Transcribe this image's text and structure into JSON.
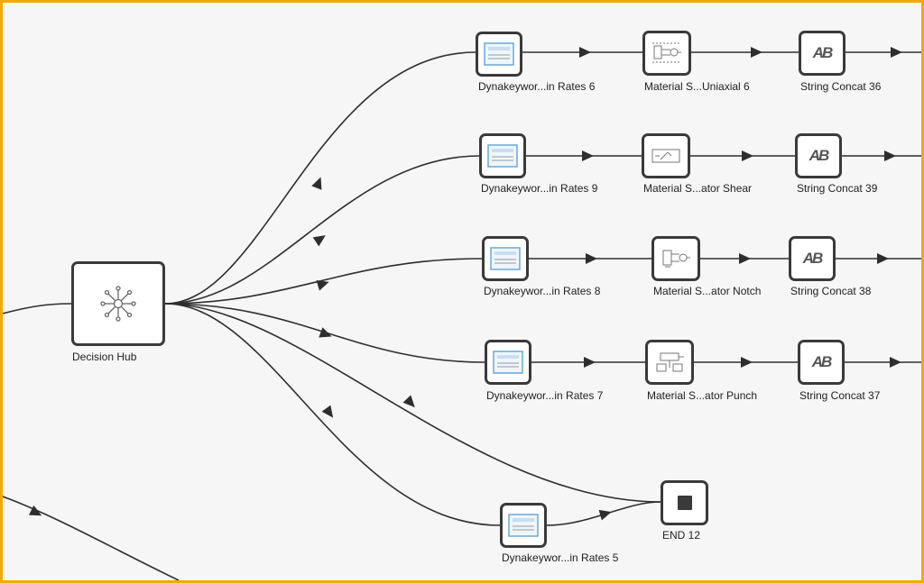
{
  "nodes": {
    "hub": {
      "label": "Decision Hub",
      "icon": "hub-icon"
    },
    "r6": {
      "label": "Dynakeywor...in Rates 6",
      "icon": "dialog-window-icon"
    },
    "r9": {
      "label": "Dynakeywor...in Rates 9",
      "icon": "dialog-window-icon"
    },
    "r8": {
      "label": "Dynakeywor...in Rates 8",
      "icon": "dialog-window-icon"
    },
    "r7": {
      "label": "Dynakeywor...in Rates 7",
      "icon": "dialog-window-icon"
    },
    "r5": {
      "label": "Dynakeywor...in Rates 5",
      "icon": "dialog-window-icon"
    },
    "m_uniaxial": {
      "label": "Material S...Uniaxial 6",
      "icon": "circuit-schematic-icon"
    },
    "m_shear": {
      "label": "Material S...ator Shear",
      "icon": "circuit-schematic-icon"
    },
    "m_notch": {
      "label": "Material S...ator Notch",
      "icon": "circuit-schematic-icon"
    },
    "m_punch": {
      "label": "Material S...ator Punch",
      "icon": "circuit-schematic-icon"
    },
    "s36": {
      "label": "String Concat 36",
      "icon_text": "AB"
    },
    "s39": {
      "label": "String Concat 39",
      "icon_text": "AB"
    },
    "s38": {
      "label": "String Concat 38",
      "icon_text": "AB"
    },
    "s37": {
      "label": "String Concat 37",
      "icon_text": "AB"
    },
    "end": {
      "label": "END 12",
      "icon": "stop-square-icon"
    }
  },
  "colors": {
    "accent_border": "#f5a800",
    "node_border": "#3a3a3a",
    "edge": "#2e2e2e"
  }
}
